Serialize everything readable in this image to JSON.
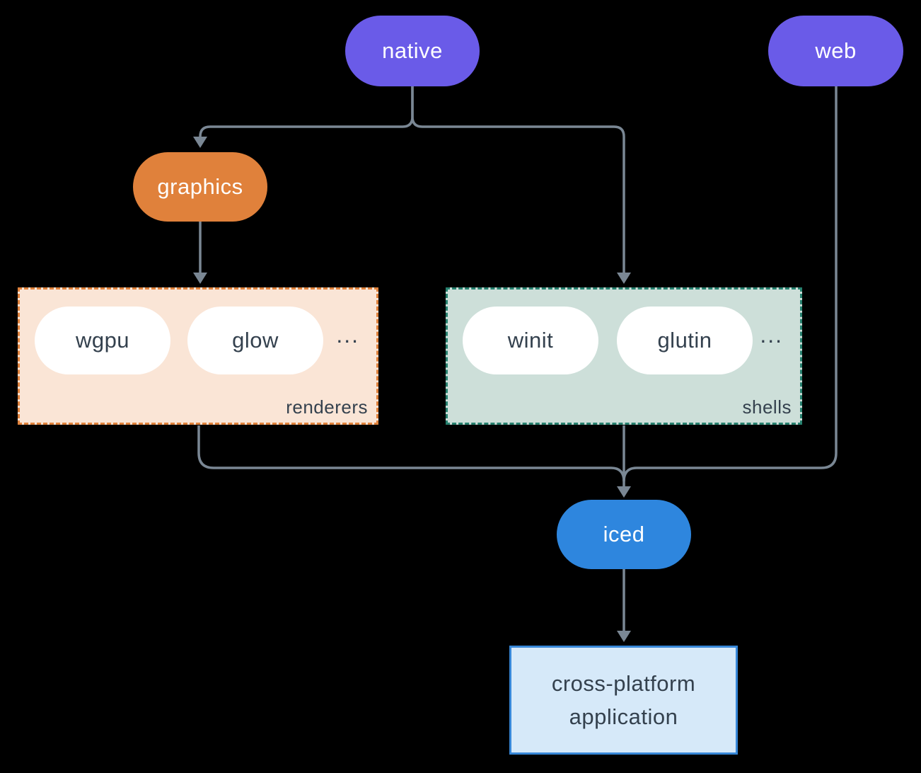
{
  "diagram": {
    "nodes": {
      "native": "native",
      "web": "web",
      "graphics": "graphics",
      "iced": "iced",
      "app_line1": "cross-platform",
      "app_line2": "application"
    },
    "renderers": {
      "label": "renderers",
      "items": [
        "wgpu",
        "glow"
      ],
      "more": "..."
    },
    "shells": {
      "label": "shells",
      "items": [
        "winit",
        "glutin"
      ],
      "more": "..."
    },
    "colors": {
      "native": "#6A5BE8",
      "web": "#6A5BE8",
      "graphics": "#E0813B",
      "iced": "#2E86DE",
      "renderers_bg": "#FAE5D6",
      "renderers_border": "#E0823C",
      "shells_bg": "#CDDFD9",
      "shells_border": "#26806E",
      "app_bg": "#D6E9F9",
      "app_border": "#3787D7",
      "connector": "#7A8794",
      "text_dark": "#34414E",
      "text_light": "#FFFFFF",
      "background": "#000000"
    }
  }
}
